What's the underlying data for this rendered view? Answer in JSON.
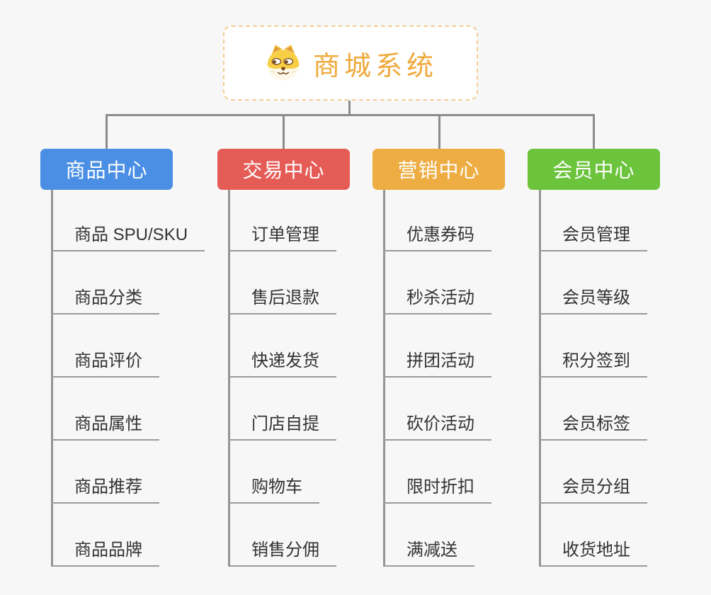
{
  "root": {
    "title": "商城系统",
    "icon": "shiba-dog-icon",
    "accent_color": "#f0a93c",
    "border_color": "#f3cd92"
  },
  "connector_color": "#8c8c8c",
  "branches": [
    {
      "label": "商品中心",
      "color": "#4a8fe4",
      "items": [
        "商品 SPU/SKU",
        "商品分类",
        "商品评价",
        "商品属性",
        "商品推荐",
        "商品品牌"
      ]
    },
    {
      "label": "交易中心",
      "color": "#e55b56",
      "items": [
        "订单管理",
        "售后退款",
        "快递发货",
        "门店自提",
        "购物车",
        "销售分佣"
      ]
    },
    {
      "label": "营销中心",
      "color": "#edad42",
      "items": [
        "优惠券码",
        "秒杀活动",
        "拼团活动",
        "砍价活动",
        "限时折扣",
        "满减送"
      ]
    },
    {
      "label": "会员中心",
      "color": "#6cc33c",
      "items": [
        "会员管理",
        "会员等级",
        "积分签到",
        "会员标签",
        "会员分组",
        "收货地址"
      ]
    }
  ]
}
